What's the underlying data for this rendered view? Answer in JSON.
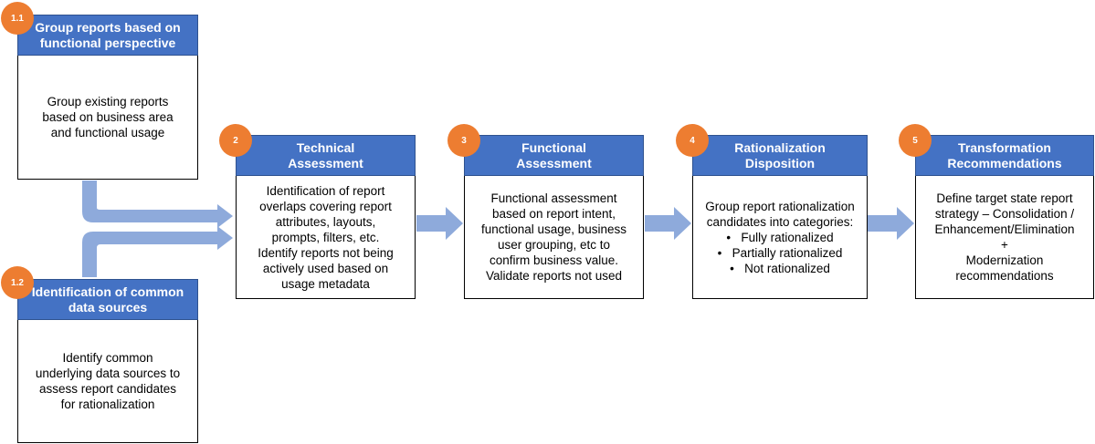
{
  "colors": {
    "header": "#4472c4",
    "badge": "#ed7d31",
    "arrow": "#8eaadb"
  },
  "steps": [
    {
      "badge": "1.1",
      "title": "Group reports based on functional perspective",
      "body_lines": [
        "Group existing reports",
        "based on business area",
        "and functional usage"
      ]
    },
    {
      "badge": "1.2",
      "title": "Identification of common data sources",
      "body_lines": [
        "Identify common",
        "underlying data sources to",
        "assess report candidates",
        "for rationalization"
      ]
    },
    {
      "badge": "2",
      "title": "Technical Assessment",
      "body_lines": [
        "Identification of report",
        "overlaps covering report",
        "attributes, layouts,",
        "prompts, filters, etc.",
        "Identify reports not being",
        "actively used based on",
        "usage metadata"
      ]
    },
    {
      "badge": "3",
      "title": "Functional Assessment",
      "body_lines": [
        "Functional assessment",
        "based on report intent,",
        "functional usage, business",
        "user grouping, etc to",
        "confirm business value.",
        "Validate reports not used"
      ]
    },
    {
      "badge": "4",
      "title": "Rationalization Disposition",
      "body_lines": [
        "Group report rationalization",
        "candidates into categories:"
      ],
      "bullets": [
        "Fully rationalized",
        "Partially rationalized",
        "Not rationalized"
      ]
    },
    {
      "badge": "5",
      "title": "Transformation Recommendations",
      "body_lines": [
        "Define target state report",
        "strategy – Consolidation /",
        "Enhancement/Elimination",
        "+",
        "Modernization",
        "recommendations"
      ]
    }
  ]
}
